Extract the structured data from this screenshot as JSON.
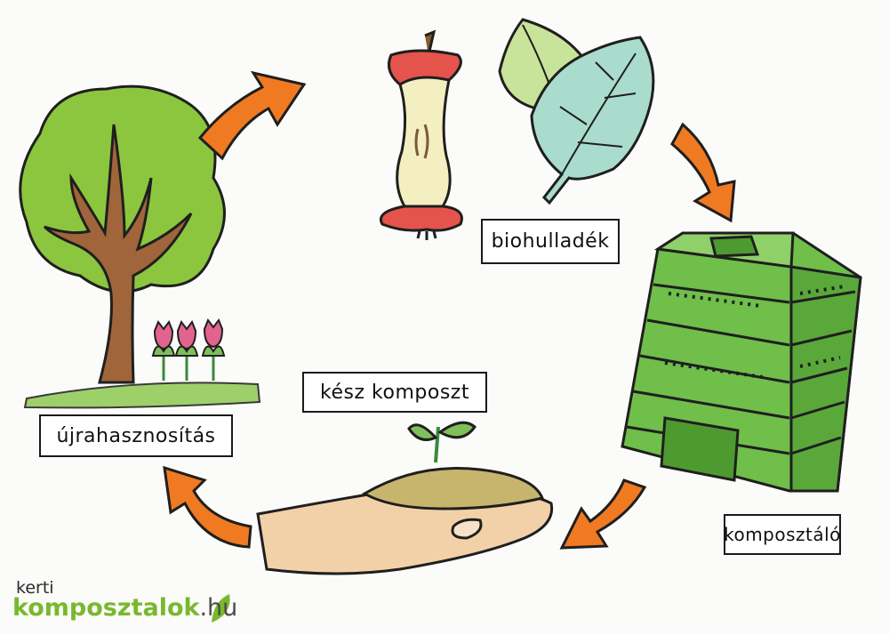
{
  "labels": {
    "biohulladek": "biohulladék",
    "komposztalo": "komposztáló",
    "kesz_komposzt": "kész komposzt",
    "ujrahasznositas": "újrahasznosítás"
  },
  "logo": {
    "line1": "kerti",
    "line2_main": "komposztalok",
    "line2_domain": ".hu"
  },
  "colors": {
    "arrow": "#f07a22",
    "tree_foliage": "#8cc63e",
    "trunk": "#a0653a",
    "apple_red": "#e5544c",
    "leaf_light": "#c8e39a",
    "leaf_teal": "#a9dccc",
    "composter": "#6fbf4a",
    "soil": "#c8b56d",
    "hand": "#f3d1a8",
    "tulip": "#e2648e",
    "brand_green": "#79b82e"
  }
}
